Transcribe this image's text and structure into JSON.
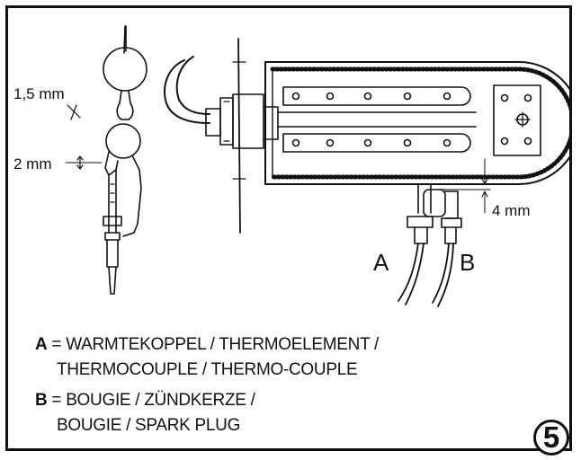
{
  "dimensions": {
    "gap_electrode": "1,5 mm",
    "gap_thermocouple": "2 mm",
    "height_burner": "4 mm"
  },
  "callouts": {
    "a": "A",
    "b": "B"
  },
  "legend": {
    "a_key": "A",
    "a_eq": "=",
    "a_line1": "WARMTEKOPPEL / THERMOELEMENT /",
    "a_line2": "THERMOCOUPLE / THERMO-COUPLE",
    "b_key": "B",
    "b_eq": "=",
    "b_line1": "BOUGIE / ZÜNDKERZE /",
    "b_line2": "BOUGIE / SPARK PLUG"
  },
  "figure_number": "5",
  "colors": {
    "line": "#111111",
    "background": "#ffffff"
  }
}
